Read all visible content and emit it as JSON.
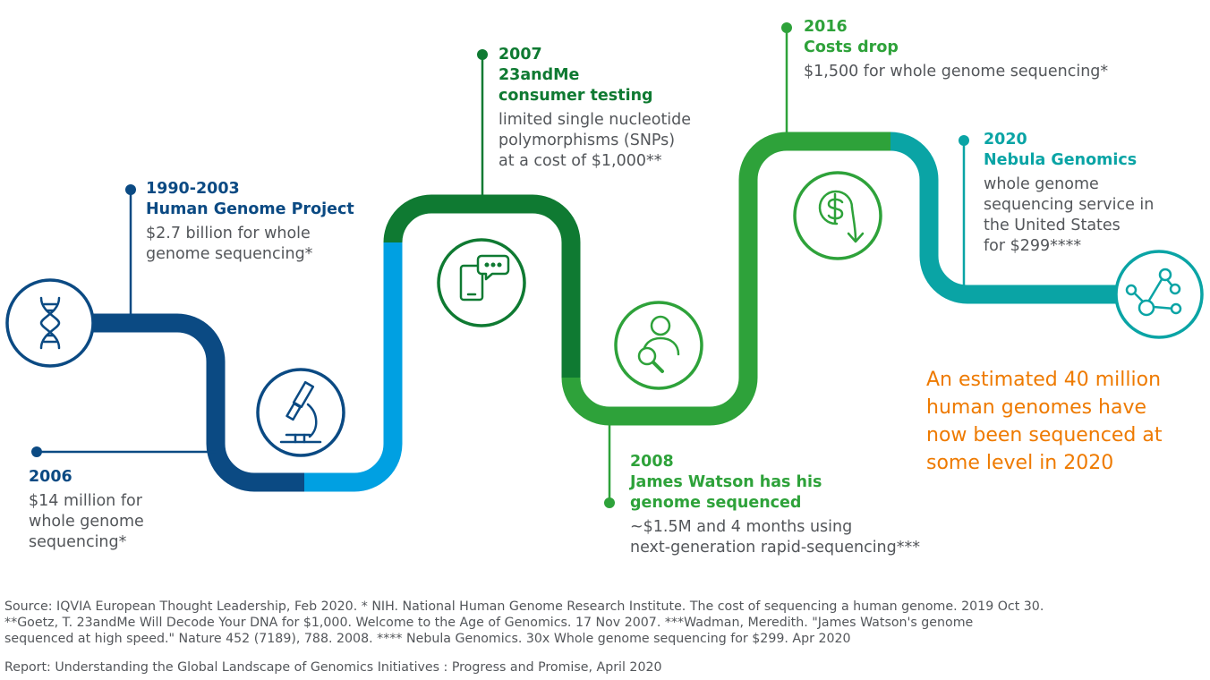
{
  "colors": {
    "navy": "#0b4a83",
    "sky_blue": "#00a0e2",
    "dark_green": "#0f7a32",
    "green": "#2ea23a",
    "teal": "#0aa4a5",
    "orange": "#ee7a00",
    "text_gray": "#53565a"
  },
  "milestones": {
    "m2006": {
      "year": "2006",
      "desc": [
        "$14 million for",
        "whole genome",
        "sequencing*"
      ]
    },
    "m1990": {
      "year": "1990-2003",
      "title": [
        "Human Genome Project"
      ],
      "desc": [
        "$2.7 billion for whole",
        "genome sequencing*"
      ]
    },
    "m2007": {
      "year": "2007",
      "title": [
        "23andMe",
        "consumer testing"
      ],
      "desc": [
        "limited single nucleotide",
        "polymorphisms (SNPs)",
        "at a cost of $1,000**"
      ]
    },
    "m2008": {
      "year": "2008",
      "title": [
        "James Watson has his",
        "genome sequenced"
      ],
      "desc": [
        "~$1.5M and 4 months using",
        "next-generation rapid-sequencing***"
      ]
    },
    "m2016": {
      "year": "2016",
      "title": [
        "Costs drop"
      ],
      "desc": [
        "$1,500 for whole genome sequencing*"
      ]
    },
    "m2020": {
      "year": "2020",
      "title": [
        "Nebula Genomics"
      ],
      "desc": [
        "whole genome",
        "sequencing service in",
        "the United States",
        "for $299****"
      ]
    }
  },
  "icons": [
    "dna-icon",
    "microscope-icon",
    "phone-chat-icon",
    "person-search-icon",
    "dollar-down-icon",
    "network-icon"
  ],
  "callout": [
    "An estimated 40 million",
    "human genomes have",
    "now been sequenced at",
    "some level in 2020"
  ],
  "source": [
    "Source: IQVIA European Thought Leadership, Feb 2020. * NIH. National Human Genome Research Institute. The cost of sequencing a human genome. 2019 Oct 30.",
    "**Goetz, T. 23andMe Will Decode Your DNA for $1,000. Welcome to the Age of Genomics. 17 Nov 2007. ***Wadman, Meredith. \"James Watson's genome",
    "sequenced at high speed.\" Nature 452 (7189), 788. 2008. **** Nebula Genomics. 30x Whole genome sequencing for $299. Apr 2020"
  ],
  "report": "Report: Understanding the Global Landscape of Genomics Initiatives : Progress and Promise, April 2020"
}
